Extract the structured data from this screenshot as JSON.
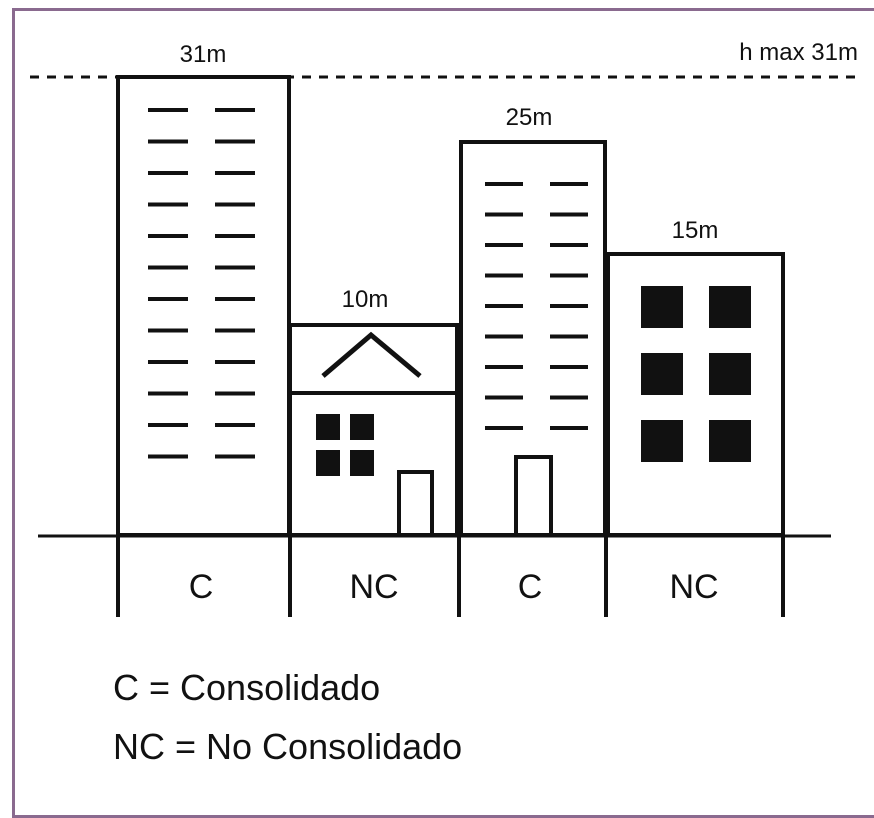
{
  "max_height_label": "h max 31m",
  "buildings": [
    {
      "height_label": "31m",
      "category": "C"
    },
    {
      "height_label": "10m",
      "category": "NC"
    },
    {
      "height_label": "25m",
      "category": "C"
    },
    {
      "height_label": "15m",
      "category": "NC"
    }
  ],
  "legend": [
    "C = Consolidado",
    "NC = No Consolidado"
  ]
}
